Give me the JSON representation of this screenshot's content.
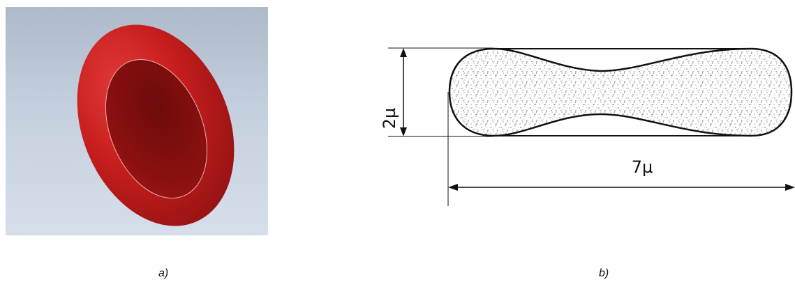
{
  "figure": {
    "panel_a": {
      "caption": "a)",
      "background_color": "#c3cedc",
      "cell_color": "#c21d1d"
    },
    "panel_b": {
      "caption": "b)",
      "height_label": "2µ",
      "width_label": "7µ",
      "outline_color": "#111111",
      "fill_pattern": "stipple"
    }
  }
}
